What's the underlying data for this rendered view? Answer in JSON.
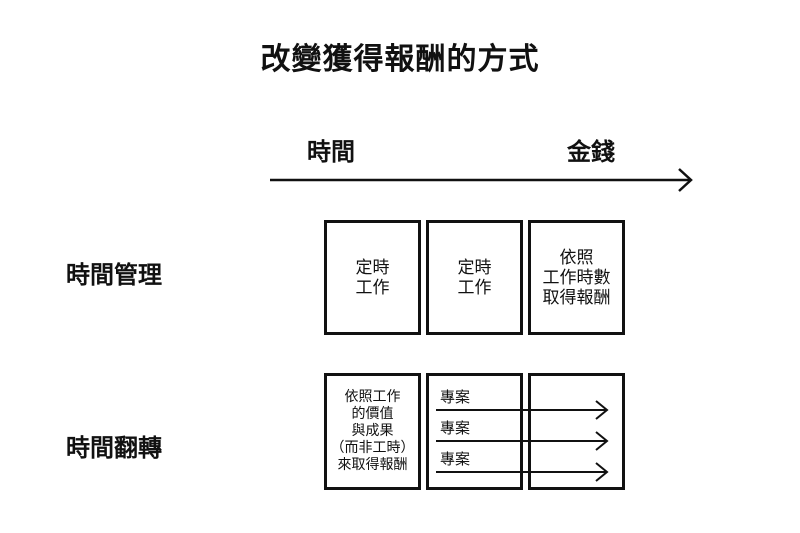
{
  "title": "改變獲得報酬的方式",
  "axis": {
    "start_label": "時間",
    "end_label": "金錢"
  },
  "rows": [
    {
      "label": "時間管理",
      "boxes": [
        "定時\n工作",
        "定時\n工作",
        "依照\n工作時數\n取得報酬"
      ]
    },
    {
      "label": "時間翻轉",
      "boxes": [
        "依照工作\n的價值\n與成果\n（而非工時）\n來取得報酬",
        "",
        ""
      ],
      "projects": [
        "專案",
        "專案",
        "專案"
      ]
    }
  ]
}
